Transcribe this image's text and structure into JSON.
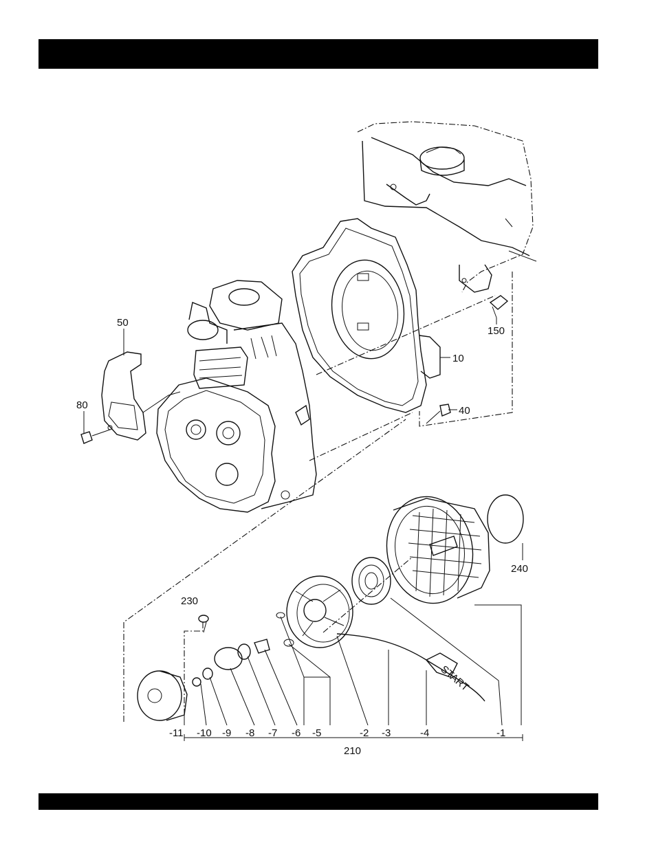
{
  "header_bar": {
    "color": "#000000"
  },
  "footer_bar": {
    "color": "#000000"
  },
  "labels": {
    "l50": "50",
    "l80": "80",
    "l150": "150",
    "l10": "10",
    "l40": "40",
    "l240": "240",
    "l230": "230",
    "l210": "210",
    "s11": "-11",
    "s10": "-10",
    "s9": "-9",
    "s8": "-8",
    "s7": "-7",
    "s6": "-6",
    "s5": "-5",
    "s2": "-2",
    "s3": "-3",
    "s4": "-4",
    "s1": "-1"
  },
  "icons": [
    "fuel-tank-icon",
    "engine-block-icon",
    "shroud-icon",
    "recoil-starter-icon"
  ]
}
